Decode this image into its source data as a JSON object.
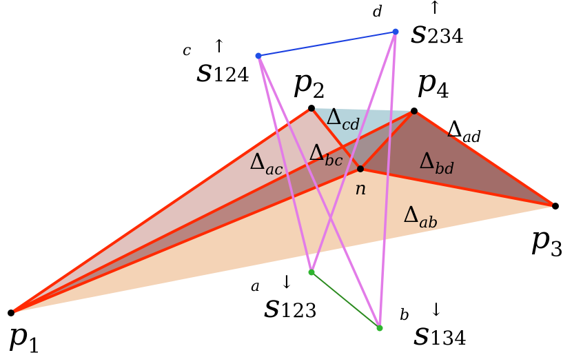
{
  "points": {
    "p1": {
      "name": "p",
      "sub": "1"
    },
    "p2": {
      "name": "p",
      "sub": "2"
    },
    "p3": {
      "name": "p",
      "sub": "3"
    },
    "p4": {
      "name": "p",
      "sub": "4"
    },
    "n": {
      "name": "n"
    }
  },
  "sites": {
    "a": {
      "letter": "a",
      "sub": "123",
      "arrow": "↓"
    },
    "b": {
      "letter": "b",
      "sub": "134",
      "arrow": "↓"
    },
    "c": {
      "letter": "c",
      "sub": "124",
      "arrow": "↑"
    },
    "d": {
      "letter": "d",
      "sub": "234",
      "arrow": "↑"
    },
    "s_letter": "s"
  },
  "deltas": {
    "symbol": "Δ",
    "cd": "cd",
    "ad": "ad",
    "ac": "ac",
    "bc": "bc",
    "bd": "bd",
    "ab": "ab"
  },
  "colors": {
    "edge_red": "#ff2a00",
    "face_orange": "#f0c49d",
    "face_blue": "#a9ccd6",
    "face_maroon": "#7a2f2a",
    "face_pink": "#d9a19a",
    "link_violet": "#e27ce8",
    "link_blue": "#1a3fe0",
    "link_green": "#2a8a1e",
    "node_black": "#000000",
    "node_blue": "#1f4fe6",
    "node_green": "#2eb52e"
  }
}
